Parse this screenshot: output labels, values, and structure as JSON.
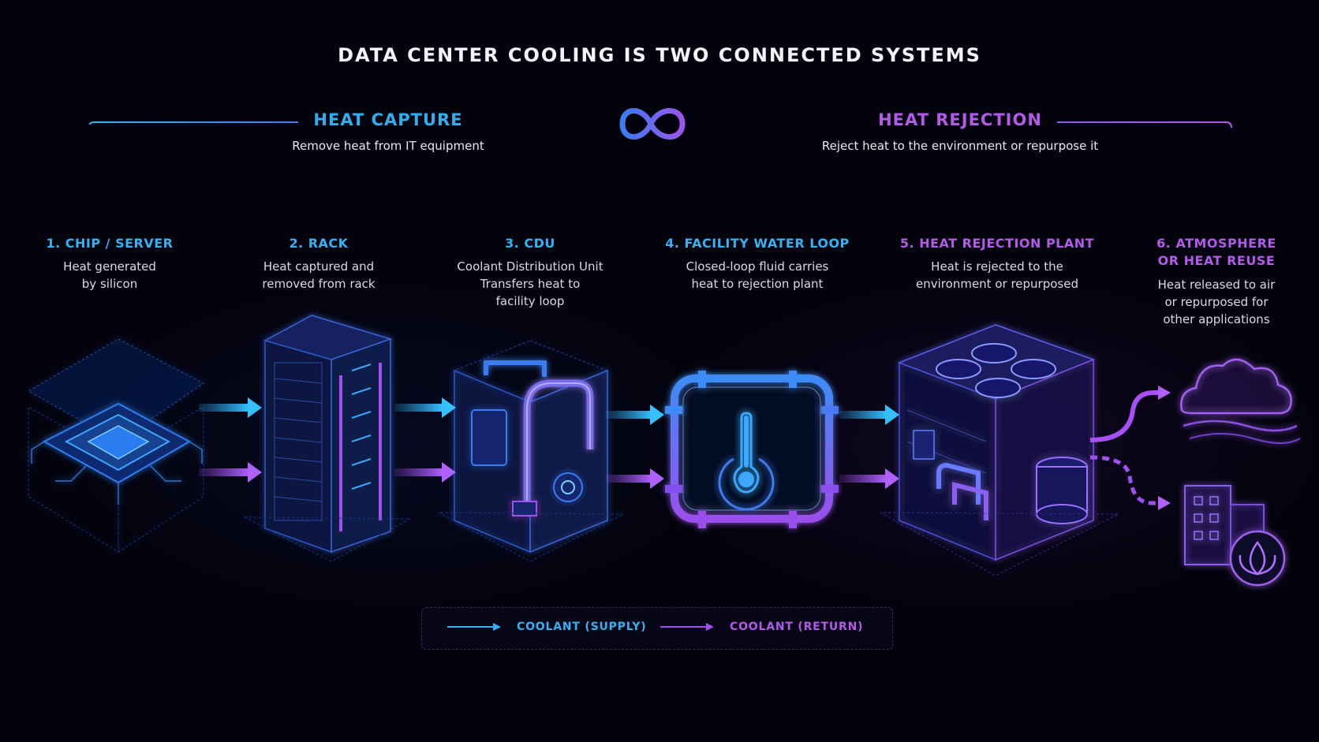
{
  "title": "DATA CENTER COOLING IS TWO CONNECTED SYSTEMS",
  "systems": {
    "capture": {
      "title": "HEAT CAPTURE",
      "subtitle": "Remove heat from IT equipment"
    },
    "rejection": {
      "title": "HEAT REJECTION",
      "subtitle": "Reject heat to the environment or repurpose it"
    }
  },
  "stages": [
    {
      "title": "1. CHIP / SERVER",
      "desc": "Heat generated\nby silicon"
    },
    {
      "title": "2. RACK",
      "desc": "Heat captured and\nremoved from rack"
    },
    {
      "title": "3. CDU",
      "desc": "Coolant Distribution Unit\nTransfers heat to\nfacility loop"
    },
    {
      "title": "4. FACILITY WATER LOOP",
      "desc": "Closed-loop fluid carries\nheat to rejection plant"
    },
    {
      "title": "5. HEAT REJECTION PLANT",
      "desc": "Heat is rejected to the\nenvironment or repurposed"
    },
    {
      "title": "6. ATMOSPHERE\nOR HEAT REUSE",
      "desc": "Heat released to air\nor repurposed for\nother applications"
    }
  ],
  "legend": {
    "supply": "COOLANT (SUPPLY)",
    "return": "COOLANT (RETURN)"
  },
  "colors": {
    "supply": "#2fb4f5",
    "return": "#a04ff0",
    "background": "#03030d"
  },
  "icons": [
    "chip-icon",
    "rack-icon",
    "cdu-icon",
    "thermometer-icon",
    "cooling-tower-icon",
    "cloud-icon",
    "building-icon",
    "leaf-icon",
    "infinity-icon"
  ]
}
